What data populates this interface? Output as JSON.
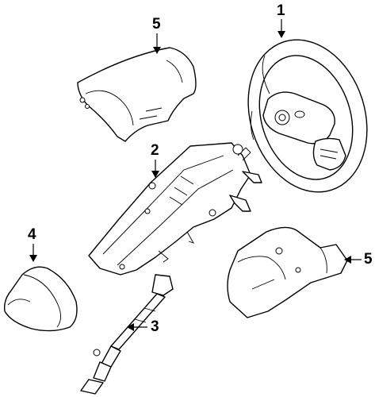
{
  "callouts": {
    "steering_wheel": "1",
    "column_assembly": "2",
    "intermediate_shaft": "3",
    "switch_cover": "4",
    "upper_cover": "5",
    "lower_cover": "5"
  }
}
